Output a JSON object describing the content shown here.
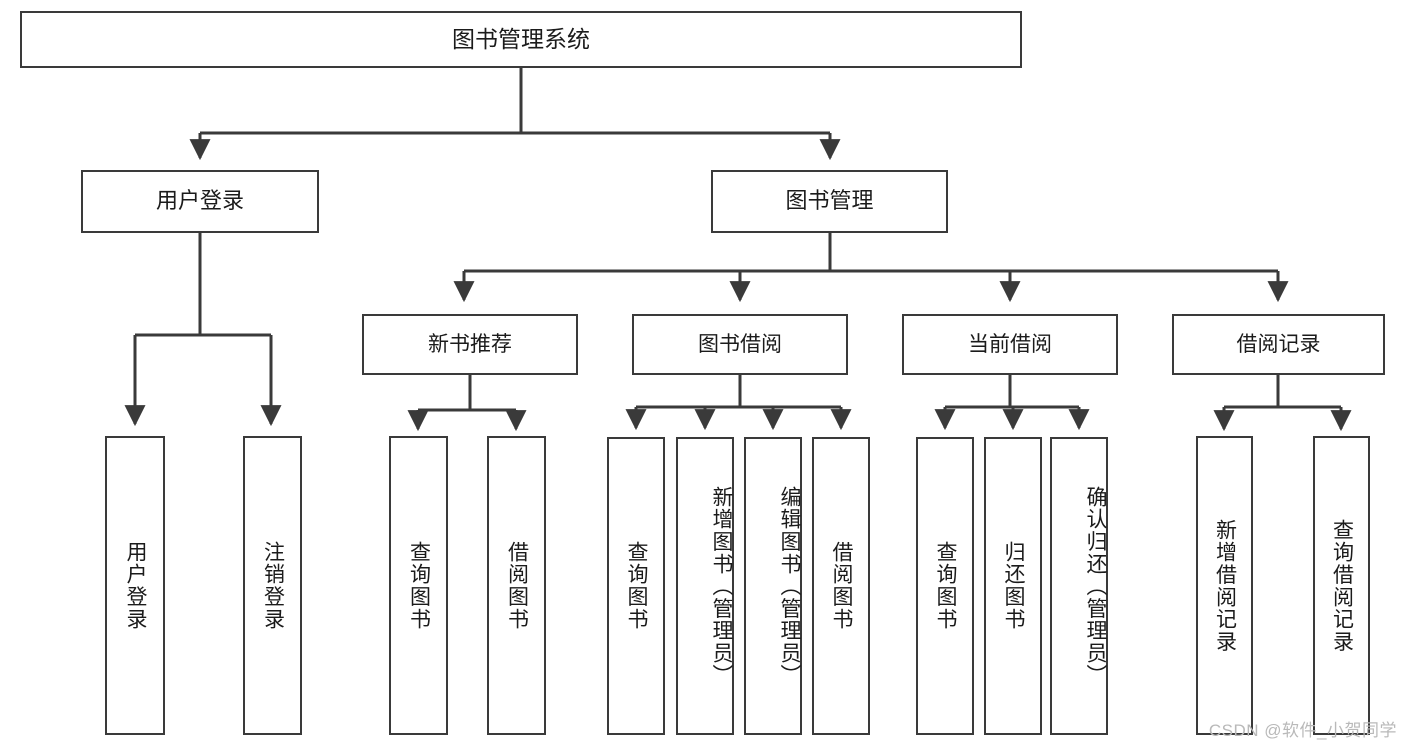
{
  "diagram": {
    "title": "图书管理系统",
    "type": "tree",
    "root": {
      "label": "图书管理系统"
    },
    "level2": [
      {
        "id": "user-login",
        "label": "用户登录"
      },
      {
        "id": "book-manage",
        "label": "图书管理"
      }
    ],
    "level3": [
      {
        "id": "new-book-recommend",
        "label": "新书推荐"
      },
      {
        "id": "book-borrow",
        "label": "图书借阅"
      },
      {
        "id": "current-borrow",
        "label": "当前借阅"
      },
      {
        "id": "borrow-record",
        "label": "借阅记录"
      }
    ],
    "leaves": {
      "user-login": [
        {
          "id": "leaf-user-login",
          "label": "用户登录"
        },
        {
          "id": "leaf-logout-login",
          "label": "注销登录"
        }
      ],
      "new-book-recommend": [
        {
          "id": "leaf-query-book-1",
          "label": "查询图书"
        },
        {
          "id": "leaf-borrow-book-1",
          "label": "借阅图书"
        }
      ],
      "book-borrow": [
        {
          "id": "leaf-query-book-2",
          "label": "查询图书"
        },
        {
          "id": "leaf-add-book",
          "label": "新增图书（管理员）"
        },
        {
          "id": "leaf-edit-book",
          "label": "编辑图书（管理员）"
        },
        {
          "id": "leaf-borrow-book-2",
          "label": "借阅图书"
        }
      ],
      "current-borrow": [
        {
          "id": "leaf-query-book-3",
          "label": "查询图书"
        },
        {
          "id": "leaf-return-book",
          "label": "归还图书"
        },
        {
          "id": "leaf-confirm-return",
          "label": "确认归还（管理员）"
        }
      ],
      "borrow-record": [
        {
          "id": "leaf-add-record",
          "label": "新增借阅记录"
        },
        {
          "id": "leaf-query-record",
          "label": "查询借阅记录"
        }
      ]
    }
  },
  "watermark": {
    "text": "CSDN @软件_小贺同学"
  },
  "colors": {
    "stroke": "#3a3a3a",
    "box_fill": "#ffffff",
    "text": "#1b1b1b",
    "watermark": "#b9b9b9",
    "background": "#ffffff"
  }
}
